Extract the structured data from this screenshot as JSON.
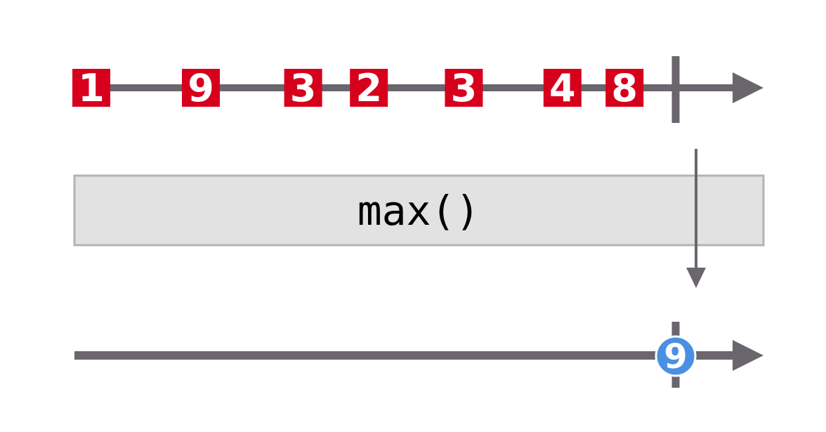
{
  "colors": {
    "timeline": "#6b666d",
    "input_item_fill": "#d6001c",
    "input_item_text": "#ffffff",
    "output_item_fill": "#4a90e2",
    "output_item_stroke": "#ffffff",
    "output_item_text": "#ffffff",
    "operator_fill": "#e2e2e2",
    "operator_stroke": "#b3b3b3",
    "operator_text": "#000000"
  },
  "input_stream": {
    "items": [
      {
        "label": "1",
        "time": 0.1
      },
      {
        "label": "9",
        "time": 0.25
      },
      {
        "label": "3",
        "time": 0.39
      },
      {
        "label": "2",
        "time": 0.48
      },
      {
        "label": "3",
        "time": 0.61
      },
      {
        "label": "4",
        "time": 0.745
      },
      {
        "label": "8",
        "time": 0.83
      }
    ],
    "completed": true,
    "complete_time": 0.9
  },
  "operator": {
    "label": "max()"
  },
  "output_stream": {
    "items": [
      {
        "label": "9",
        "time": 0.9
      }
    ],
    "completed": true,
    "complete_time": 0.9
  }
}
